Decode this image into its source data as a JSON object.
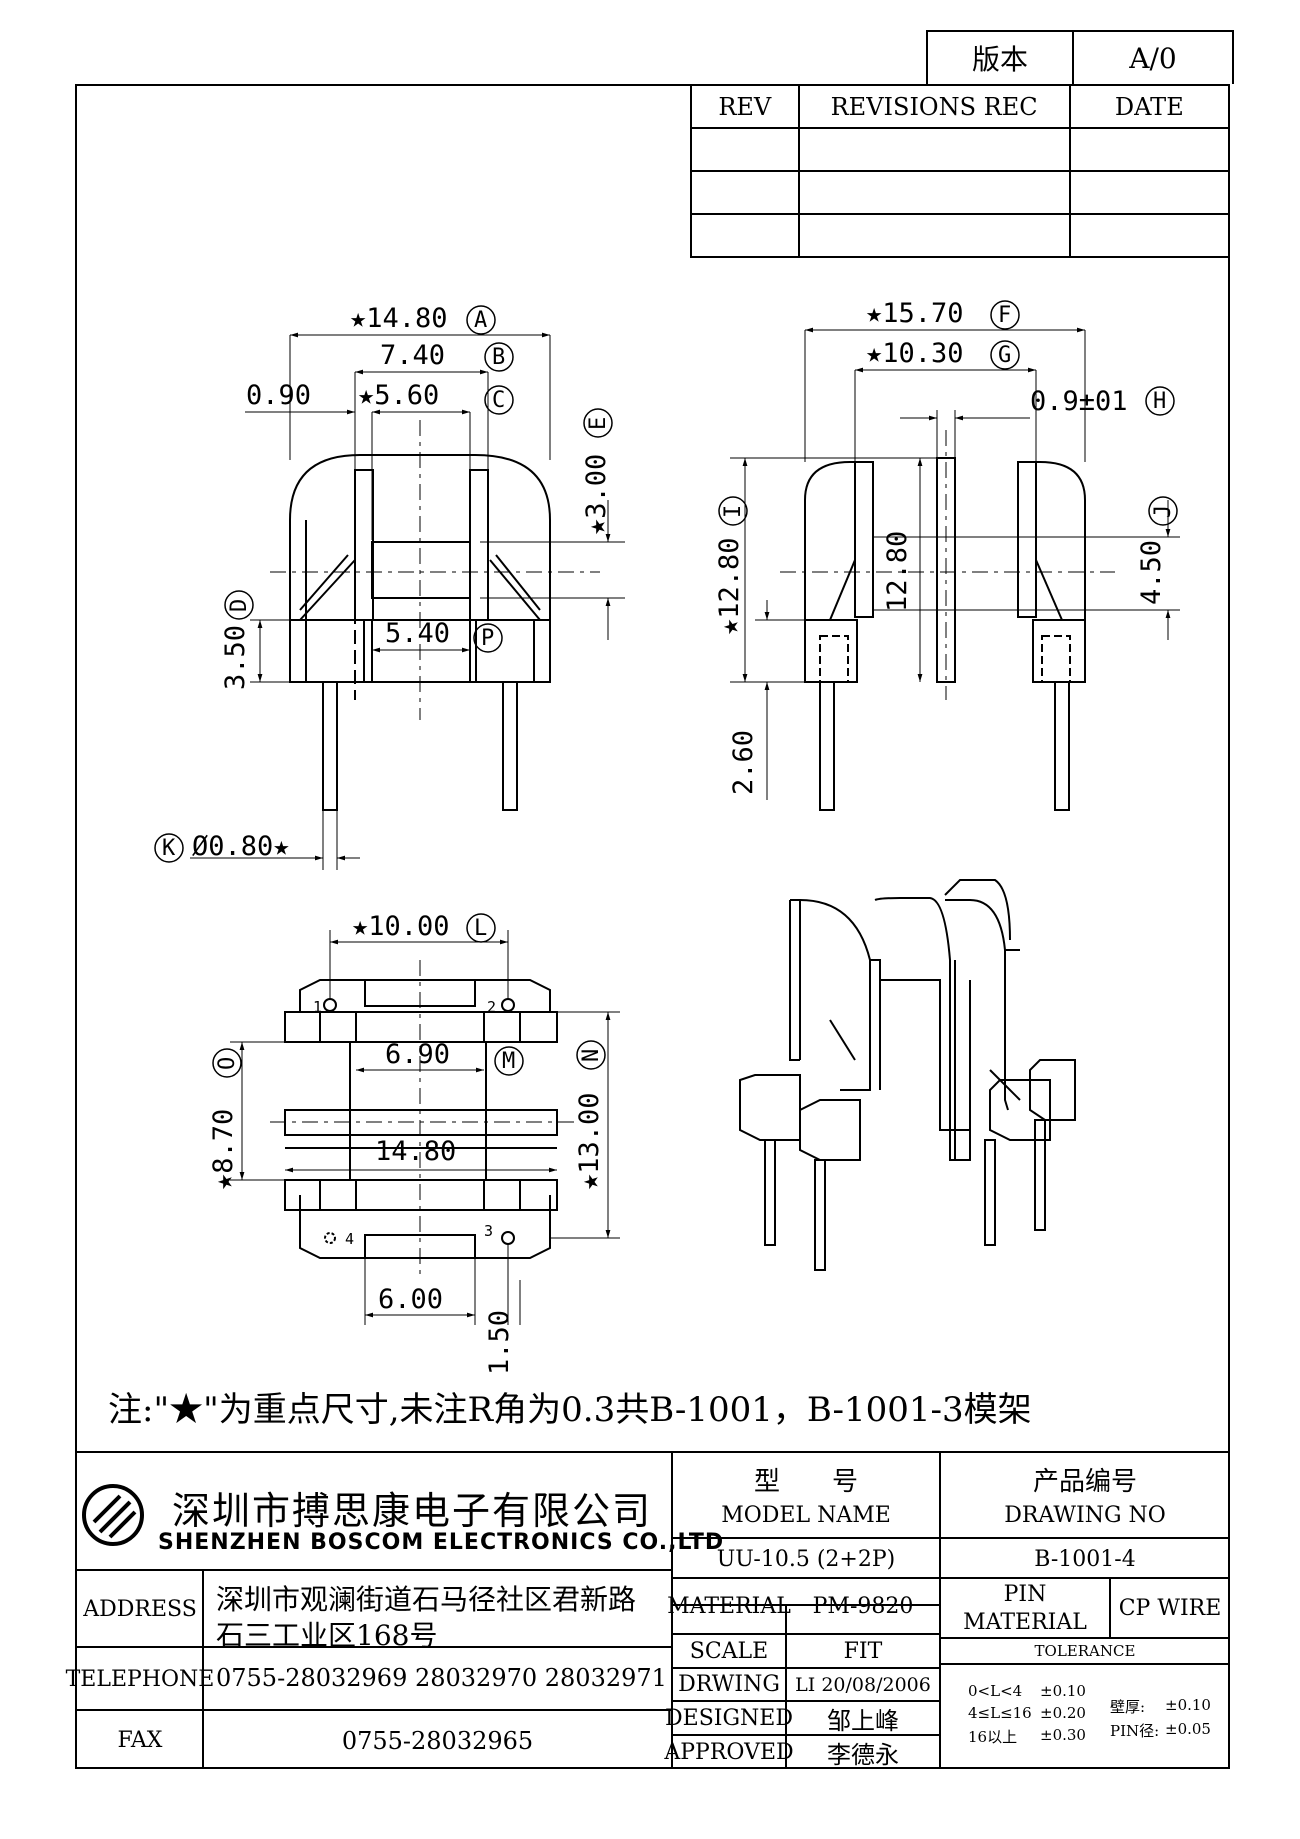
{
  "version": {
    "label": "版本",
    "value": "A/0"
  },
  "revisions": {
    "headers": [
      "REV",
      "REVISIONS REC",
      "DATE"
    ],
    "rows": [
      [
        "",
        "",
        ""
      ],
      [
        "",
        "",
        ""
      ],
      [
        "",
        "",
        ""
      ]
    ]
  },
  "views": {
    "front": {
      "dim_a": "★14.80",
      "tag_a": "A",
      "dim_b": "7.40",
      "tag_b": "B",
      "dim_090": "0.90",
      "dim_c": "★5.60",
      "tag_c": "C",
      "dim_e": "★3.00",
      "tag_e": "E",
      "dim_d": "3.50",
      "tag_d": "D",
      "dim_p": "5.40",
      "tag_p": "P",
      "dim_k": "Ø0.80★",
      "tag_k": "K"
    },
    "side": {
      "dim_f": "★15.70",
      "tag_f": "F",
      "dim_g": "★10.30",
      "tag_g": "G",
      "dim_h": "0.9±01",
      "tag_h": "H",
      "dim_i": "★12.80",
      "tag_i": "I",
      "dim_1280": "12.80",
      "dim_j": "4.50",
      "tag_j": "J",
      "dim_260": "2.60"
    },
    "bottom": {
      "dim_l": "★10.00",
      "tag_l": "L",
      "dim_m": "6.90",
      "tag_m": "M",
      "dim_1480": "14.80",
      "dim_o": "★8.70",
      "tag_o": "O",
      "dim_n": "★13.00",
      "tag_n": "N",
      "dim_600": "6.00",
      "dim_150": "1.50",
      "pins": [
        "1",
        "2",
        "3",
        "4"
      ]
    }
  },
  "note": "注:\"★\"为重点尺寸,未注R角为0.3共B-1001，B-1001-3模架",
  "company": {
    "name_cn": "深圳市搏思康电子有限公司",
    "name_en": "SHENZHEN BOSCOM ELECTRONICS CO.,LTD",
    "address_label": "ADDRESS",
    "address_line1": "深圳市观澜街道石马径社区君新路",
    "address_line2": "石三工业区168号",
    "telephone_label": "TELEPHONE",
    "telephone": "0755-28032969 28032970 28032971",
    "fax_label": "FAX",
    "fax": "0755-28032965"
  },
  "titleblock": {
    "model_cn": "型　　号",
    "model_en": "MODEL NAME",
    "model_value": "UU-10.5 (2+2P)",
    "drawing_cn": "产品编号",
    "drawing_en": "DRAWING NO",
    "drawing_value": "B-1001-4",
    "material_label": "MATERIAL",
    "material_value": "PM-9820",
    "pin_material_line1": "PIN",
    "pin_material_line2": "MATERIAL",
    "pin_material_value": "CP WIRE",
    "scale_label": "SCALE",
    "scale_value": "FIT",
    "drwing_label": "DRWING",
    "drwing_value": "LI 20/08/2006",
    "designed_label": "DESIGNED",
    "designed_value": "邹上峰",
    "approved_label": "APPROVED",
    "approved_value": "李德永",
    "tolerance_label": "TOLERANCE",
    "tol_rows": [
      [
        "0<L<4",
        "±0.10"
      ],
      [
        "4≤L≤16",
        "±0.20"
      ],
      [
        "16以上",
        "±0.30"
      ]
    ],
    "tol_wall": [
      "壁厚:",
      "±0.10"
    ],
    "tol_pin": [
      "PIN径:",
      "±0.05"
    ]
  }
}
